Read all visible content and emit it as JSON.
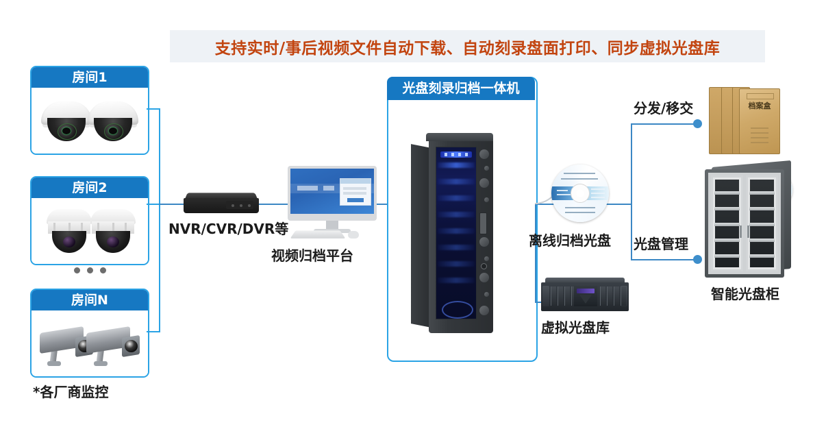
{
  "banner": {
    "text": "支持实时/事后视频文件自动下载、自动刻录盘面打印、同步虚拟光盘库",
    "bg": "#eef2f6",
    "color": "#c2440f"
  },
  "theme": {
    "header_blue": "#1678c2",
    "border_blue": "#2aa3e5",
    "line_blue": "#3b87c4",
    "dot_blue": "#3d8ecb"
  },
  "rooms": [
    {
      "title": "房间1",
      "camera_type": "dome-camera",
      "count": 2
    },
    {
      "title": "房间2",
      "camera_type": "ptz-dome-camera",
      "count": 2
    },
    {
      "title": "房间N",
      "camera_type": "bullet-camera",
      "count": 2
    }
  ],
  "rooms_footnote": "*各厂商监控",
  "ellipsis": "• • •",
  "nodes": {
    "nvr": {
      "label": "NVR/CVR/DVR等"
    },
    "platform": {
      "label": "视频归档平台"
    },
    "appliance": {
      "title": "光盘刻录归档一体机"
    },
    "offline_disc": {
      "label": "离线归档光盘"
    },
    "virtual_library": {
      "label": "虚拟光盘库"
    },
    "distribute": {
      "label": "分发/移交"
    },
    "disc_management": {
      "label": "光盘管理"
    },
    "smart_cabinet": {
      "label": "智能光盘柜"
    },
    "archive_box": {
      "label": "档案盒"
    }
  }
}
